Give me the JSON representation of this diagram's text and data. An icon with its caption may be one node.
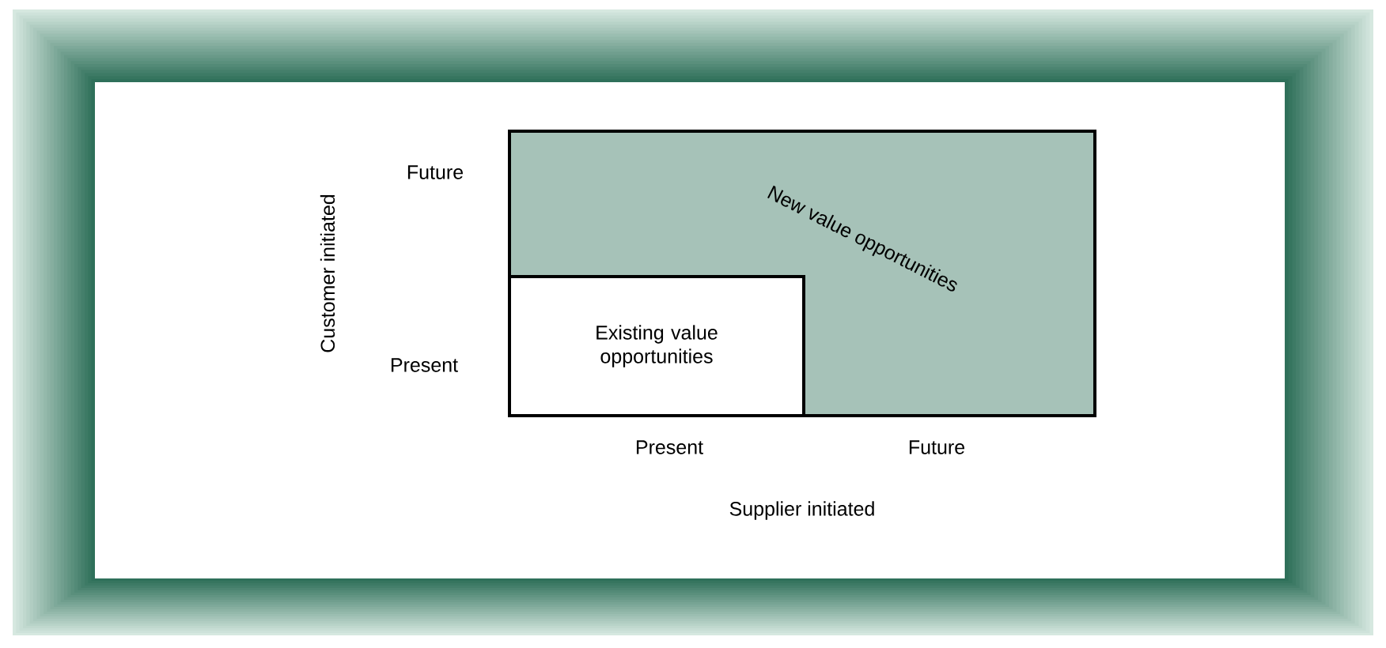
{
  "diagram": {
    "nodes": [
      {
        "text": [
          "New value opportunities"
        ]
      },
      {
        "text": [
          "Existing value opportunities"
        ],
        "in": 0
      }
    ],
    "labels": [
      "Customer initiated",
      "Future",
      "Present",
      "Present",
      "Future",
      "Supplier initiated"
    ]
  }
}
